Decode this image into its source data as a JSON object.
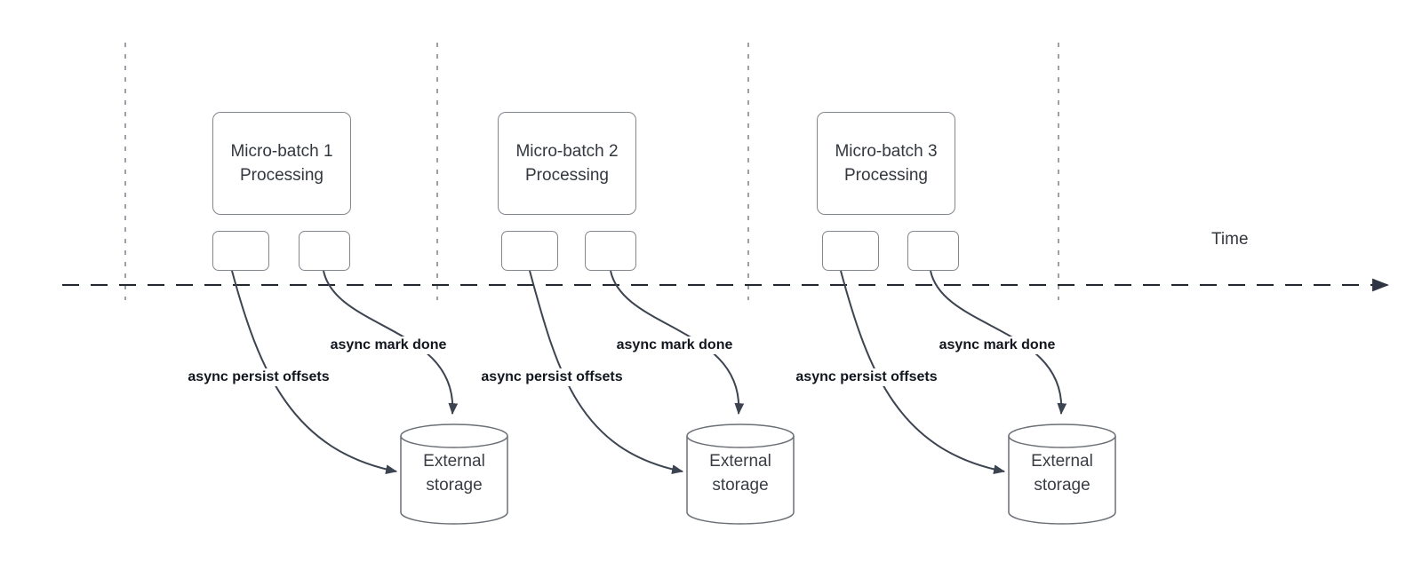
{
  "axis": {
    "label": "Time"
  },
  "sections": [
    {
      "box": {
        "line1": "Micro-batch 1",
        "line2": "Processing"
      },
      "persist_label": "async persist offsets",
      "mark_label": "async mark done",
      "storage": {
        "line1": "External",
        "line2": "storage"
      }
    },
    {
      "box": {
        "line1": "Micro-batch 2",
        "line2": "Processing"
      },
      "persist_label": "async persist offsets",
      "mark_label": "async mark done",
      "storage": {
        "line1": "External",
        "line2": "storage"
      }
    },
    {
      "box": {
        "line1": "Micro-batch 3",
        "line2": "Processing"
      },
      "persist_label": "async persist offsets",
      "mark_label": "async mark done",
      "storage": {
        "line1": "External",
        "line2": "storage"
      }
    }
  ],
  "colors": {
    "background": "#ffffff",
    "axis_line": "#23272e",
    "divider_line": "#9ca1a8",
    "shape_border": "#82868d",
    "cylinder_border": "#6b6f76",
    "arrow": "#3d4451",
    "shape_text": "#33373e",
    "edge_label_text": "#11161f"
  }
}
